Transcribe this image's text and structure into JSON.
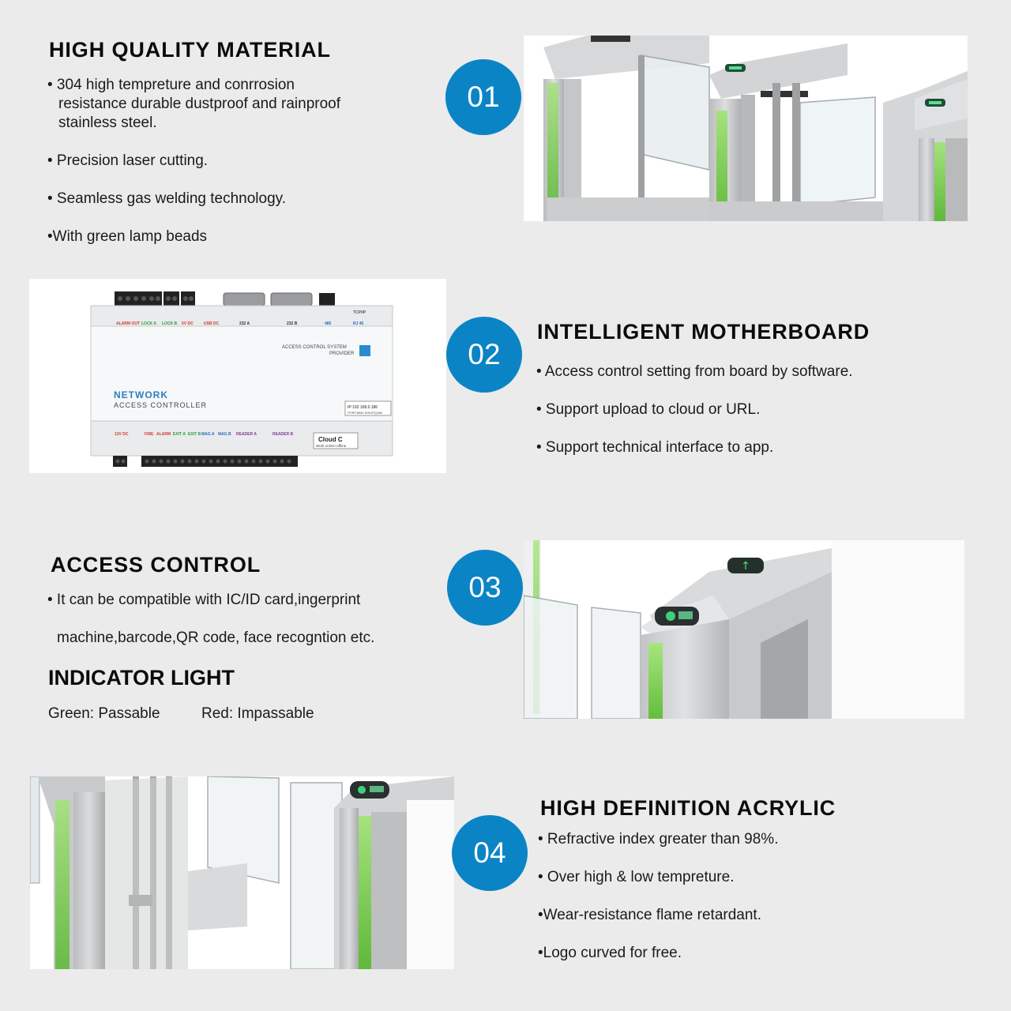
{
  "sections": [
    {
      "number": "01",
      "title": "HIGH QUALITY MATERIAL",
      "bullets": [
        "• 304 high tempreture and conrrosion",
        "resistance durable dustproof and rainproof",
        "stainless steel.",
        "• Precision laser cutting.",
        "• Seamless gas welding technology.",
        "•With green lamp beads"
      ]
    },
    {
      "number": "02",
      "title": "INTELLIGENT MOTHERBOARD",
      "bullets": [
        "• Access control setting from board by software.",
        "• Support upload to cloud or URL.",
        "• Support technical interface to app."
      ]
    },
    {
      "number": "03",
      "title": "ACCESS CONTROL",
      "bullets": [
        "• It can be compatible with IC/ID card,ingerprint",
        "machine,barcode,QR code, face recogntion etc."
      ],
      "subtitle": "INDICATOR LIGHT",
      "indicator": {
        "green": "Green: Passable",
        "red": "Red: Impassable"
      }
    },
    {
      "number": "04",
      "title": "HIGH DEFINITION ACRYLIC",
      "bullets": [
        "• Refractive index greater than 98%.",
        "• Over high & low tempreture.",
        "•Wear-resistance flame retardant.",
        "•Logo curved for free."
      ]
    }
  ],
  "board": {
    "brand_line1": "NETWORK",
    "brand_line2": "ACCESS CONTROLLER",
    "provider_line1": "ACCESS CONTROL SYSTEM",
    "provider_line2": "PROVIDER",
    "ip_label": "IP:192.168.0.186",
    "port_label": "PORT:8000 S/N:87Q186",
    "cloud_label": "Cloud C",
    "cloud_sub": "Work online+offline",
    "top_labels": [
      "ALARM OUT",
      "LOCK A",
      "LOCK B",
      "5V DC",
      "USB DC",
      "232 A",
      "232 B",
      "485",
      "RJ 45"
    ],
    "tcp_label": "TCP/IP",
    "bottom_labels": [
      "12V DC",
      "FIRE",
      "ALARM",
      "EXIT A",
      "EXIT B",
      "MAG A",
      "MAG B",
      "READER A",
      "READER B"
    ]
  },
  "colors": {
    "accent_blue": "#0b84c6",
    "lamp_green": "#7cd64a",
    "steel": "#c7c9ca"
  }
}
